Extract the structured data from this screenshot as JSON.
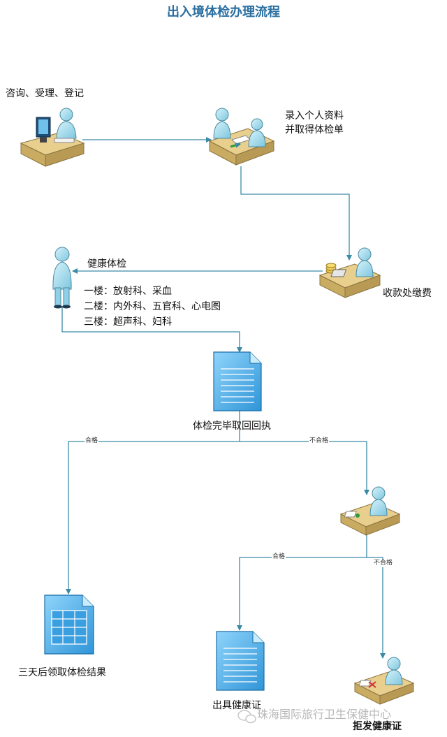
{
  "title": "出入境体检办理流程",
  "steps": {
    "consult": "咨询、受理、登记",
    "register_line1": "录入个人资料",
    "register_line2": "并取得体检单",
    "payment": "收款处缴费",
    "exam": "健康体检",
    "floor1": "一楼：放射科、采血",
    "floor2": "二楼：内外科、五官科、心电图",
    "floor3": "三楼：超声科、妇科",
    "receipt": "体检完毕取回回执",
    "results": "三天后领取体检结果",
    "certificate": "出具健康证",
    "refuse": "拒发健康证"
  },
  "branches": {
    "pass": "合格",
    "fail": "不合格"
  },
  "watermark": "珠海国际旅行卫生保健中心",
  "colors": {
    "title": "#2a6fa0",
    "connector": "#3a8aa6",
    "doc_fill": "#5ab4ec",
    "person_fill": "#a8dff0",
    "desk_fill": "#e9cf8e"
  }
}
